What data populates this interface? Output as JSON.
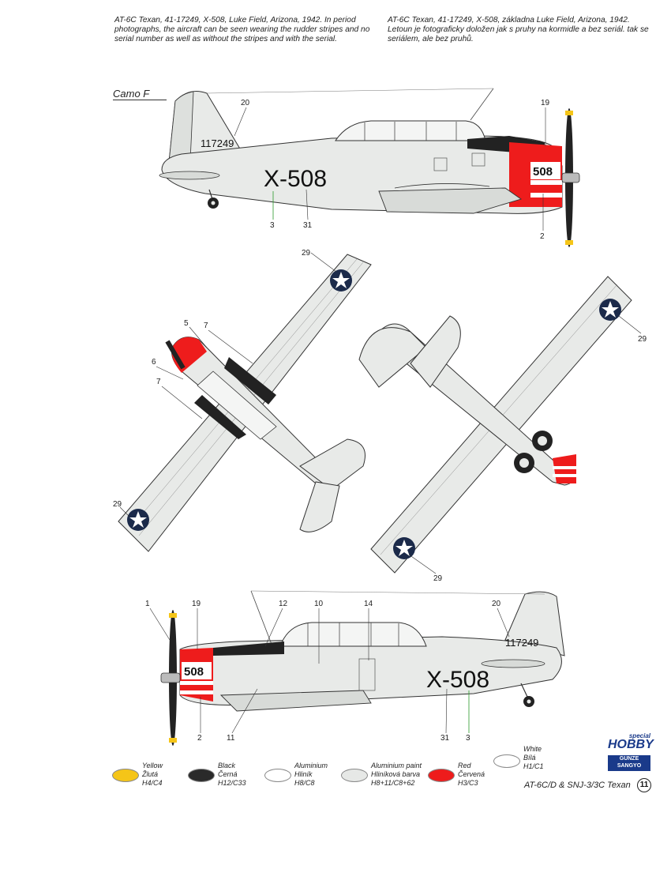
{
  "description": {
    "en": "AT-6C Texan, 41-17249, X-508, Luke Field, Arizona, 1942. In period photographs, the aircraft can be seen wearing the rudder stripes and no serial number as well as without the stripes and with the serial.",
    "cz": "AT-6C Texan, 41-17249, X-508, základna Luke Field, Arizona, 1942. Letoun je fotograficky doložen jak s pruhy na kormidle a bez seriál. tak se seriálem, ale bez pruhů."
  },
  "camo_label": "Camo F",
  "markings": {
    "code": "X-508",
    "nose_number": "508",
    "serial": "117249"
  },
  "callouts": {
    "side_left": [
      "20",
      "19",
      "3",
      "31",
      "2"
    ],
    "top": [
      "29",
      "5",
      "7",
      "6",
      "7",
      "29"
    ],
    "bottom": [
      "29",
      "29"
    ],
    "side_right": [
      "1",
      "19",
      "12",
      "10",
      "14",
      "20",
      "2",
      "11",
      "31",
      "3"
    ]
  },
  "legend": [
    {
      "en": "Yellow",
      "cz": "Žlutá",
      "code": "H4/C4",
      "color": "#f5c518"
    },
    {
      "en": "Black",
      "cz": "Černá",
      "code": "H12/C33",
      "color": "#2a2a2a"
    },
    {
      "en": "Aluminium",
      "cz": "Hliník",
      "code": "H8/C8",
      "color": "#ffffff"
    },
    {
      "en": "Aluminium paint",
      "cz": "Hliníková barva",
      "code": "H8+11/C8+62",
      "color": "#e6e8e6"
    },
    {
      "en": "Red",
      "cz": "Červená",
      "code": "H3/C3",
      "color": "#ee1c1c"
    },
    {
      "en": "White",
      "cz": "Bílá",
      "code": "H1/C1",
      "color": "#ffffff"
    }
  ],
  "footer_title": "AT-6C/D & SNJ-3/3C Texan",
  "page_number": "11",
  "logos": {
    "special": "special",
    "hobby": "HOBBY",
    "gunze_1": "GUNZE",
    "gunze_2": "SANGYO"
  },
  "colors": {
    "aluminium": "#e8eae8",
    "red": "#ee1c1c",
    "black": "#222222",
    "national_blue": "#1b2a4a"
  }
}
